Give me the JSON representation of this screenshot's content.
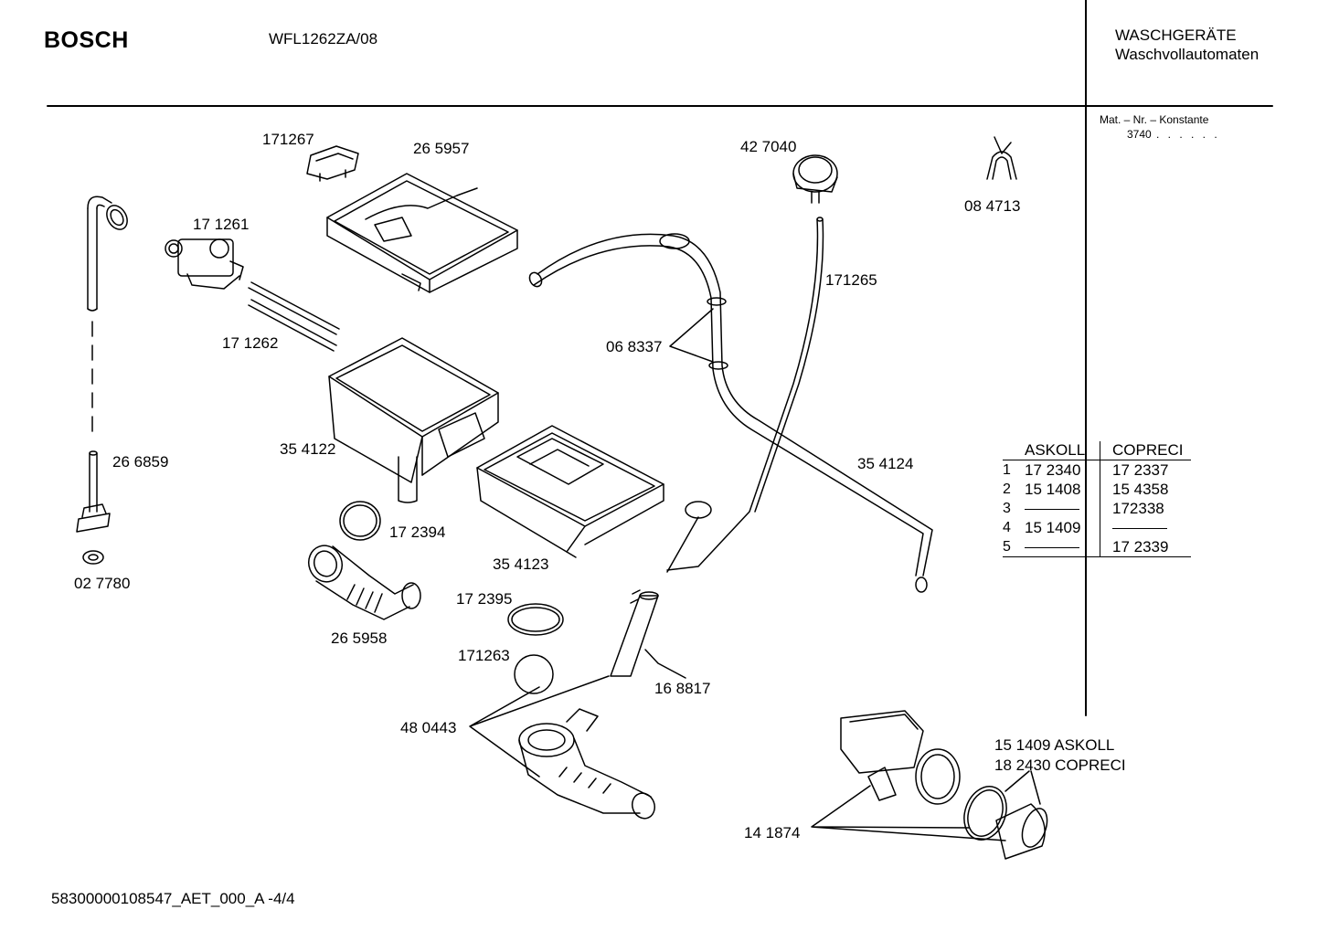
{
  "header": {
    "brand": "BOSCH",
    "model": "WFL1262ZA/08",
    "category_line1": "WASCHGERÄTE",
    "category_line2": "Waschvollautomaten",
    "mat_constant_label": "Mat. – Nr. – Konstante",
    "mat_constant_value": "3740",
    "mat_constant_dots": ". . . . . ."
  },
  "parts": {
    "p171267": "171267",
    "p265957": "26 5957",
    "p171261": "17 1261",
    "p171262": "17 1262",
    "p354122": "35 4122",
    "p266859": "26 6859",
    "p027780": "02 7780",
    "p172394": "17 2394",
    "p265958": "26 5958",
    "p354123": "35 4123",
    "p172395": "17 2395",
    "p171263": "171263",
    "p480443": "48 0443",
    "p168817": "16 8817",
    "p427040": "42 7040",
    "p084713": "08 4713",
    "p171265": "171265",
    "p068337": "06 8337",
    "p354124": "35 4124",
    "p151409": "15 1409  ASKOLL",
    "p182430": "18 2430  COPRECI",
    "p141874": "14 1874"
  },
  "table": {
    "headers": [
      "ASKOLL",
      "COPRECI"
    ],
    "rows": [
      {
        "n": "1",
        "askoll": "17 2340",
        "copreci": "17 2337"
      },
      {
        "n": "2",
        "askoll": "15 1408",
        "copreci": "15 4358"
      },
      {
        "n": "3",
        "askoll": "",
        "copreci": "172338"
      },
      {
        "n": "4",
        "askoll": "15 1409",
        "copreci": ""
      },
      {
        "n": "5",
        "askoll": "",
        "copreci": "17 2339"
      }
    ]
  },
  "footer": {
    "doc_id": "58300000108547_AET_000_A  -4/4"
  }
}
